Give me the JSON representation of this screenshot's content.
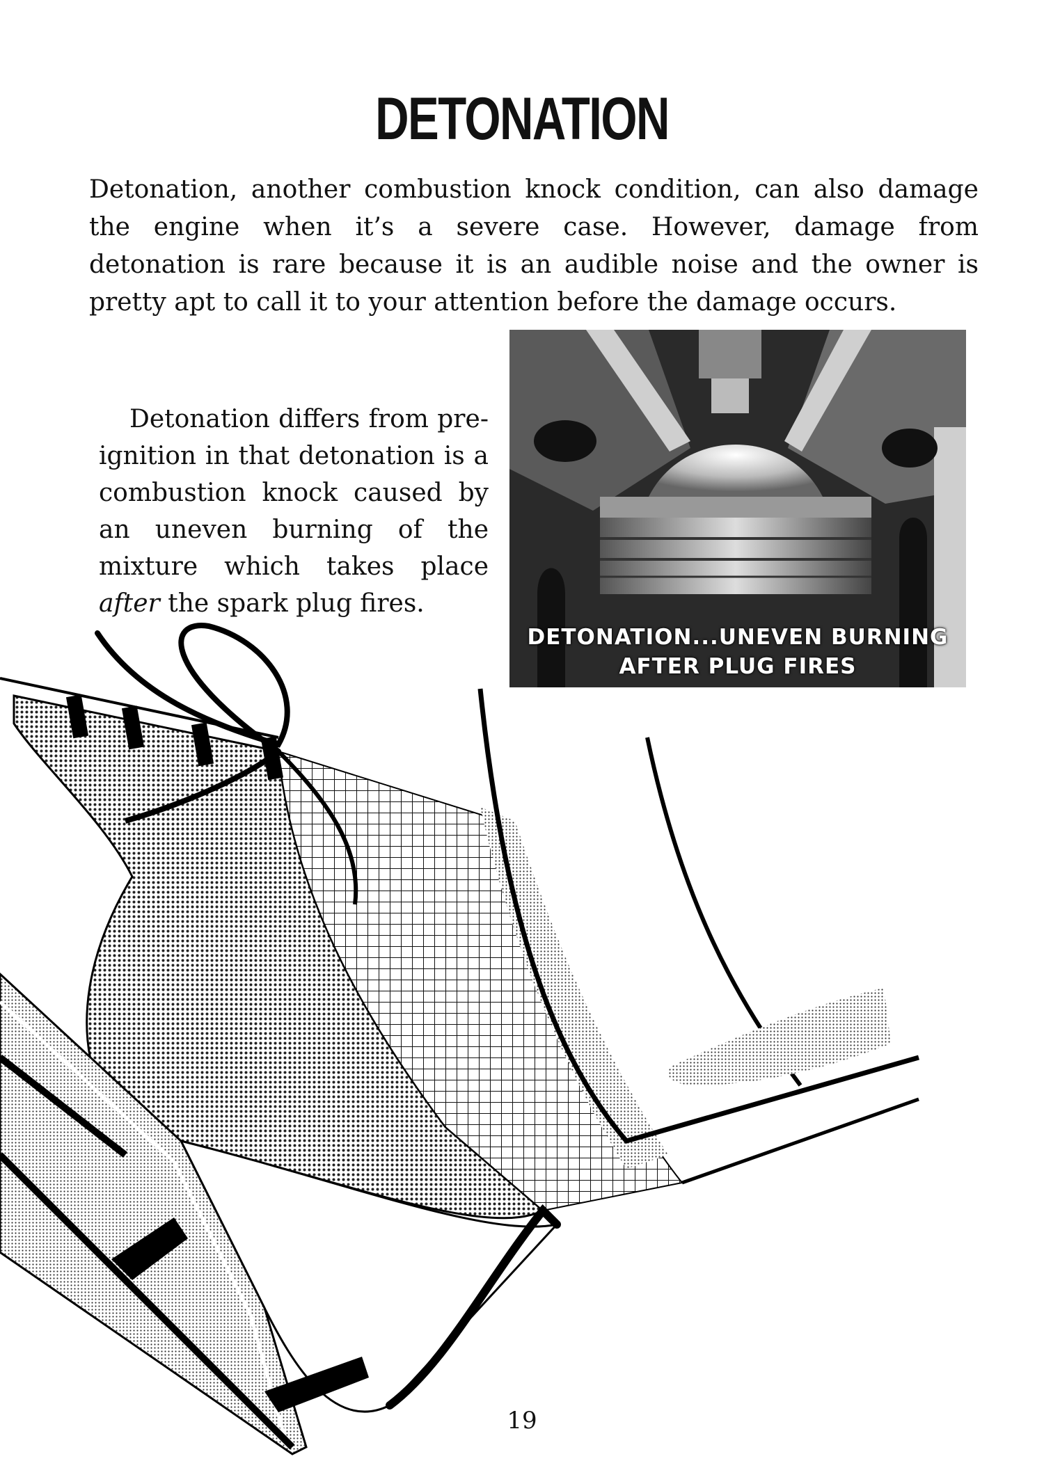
{
  "page": {
    "title": "DETONATION",
    "intro": "Detonation, another combustion knock condition, can also damage the engine when it’s a severe case. However, damage from detonation is rare because it is an audible noise and the owner is pretty apt to call it to your attention before the damage occurs.",
    "side_text": {
      "before": "Detonation differs from pre-ignition in that detonation is a combustion knock caused by an uneven burning of the mixture which takes place ",
      "emphasis": "after",
      "after": " the spark plug fires."
    },
    "photo_caption": {
      "line1": "DETONATION...UNEVEN BURNING",
      "line2": "AFTER PLUG FIRES"
    },
    "page_number": "19"
  }
}
